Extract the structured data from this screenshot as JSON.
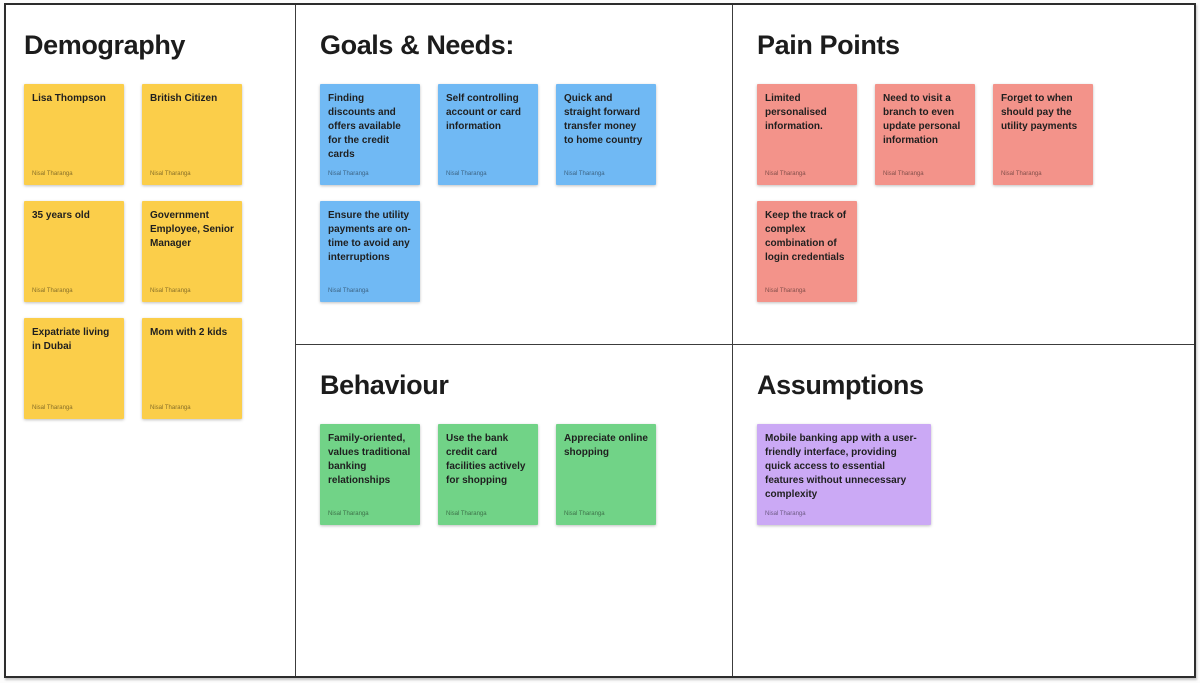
{
  "author_label": "Nisal Tharanga",
  "colors": {
    "yellow": "#fbce4a",
    "blue": "#70b9f4",
    "salmon": "#f3938a",
    "green": "#71d387",
    "purple": "#cba9f5",
    "frame_border": "#2d2d2d"
  },
  "sections": {
    "demography": {
      "title": "Demography",
      "notes": [
        "Lisa Thompson",
        "British Citizen",
        "35 years old",
        "Government Employee, Senior Manager",
        "Expatriate living in Dubai",
        "Mom with 2 kids"
      ]
    },
    "goals": {
      "title": "Goals & Needs:",
      "notes": [
        "Finding discounts and offers available for the credit cards",
        "Self controlling account or card information",
        "Quick and straight forward transfer money to home country",
        "Ensure the utility payments are on-time to avoid any interruptions"
      ]
    },
    "pain": {
      "title": "Pain Points",
      "notes": [
        "Limited personalised information.",
        "Need to visit a branch to even update personal information",
        "Forget to when should pay the utility payments",
        "Keep the track of complex combination of login credentials"
      ]
    },
    "behaviour": {
      "title": "Behaviour",
      "notes": [
        "Family-oriented, values traditional banking relationships",
        "Use the bank credit card facilities actively for shopping",
        "Appreciate online shopping"
      ]
    },
    "assumptions": {
      "title": "Assumptions",
      "notes": [
        "Mobile banking app with a user-friendly interface, providing quick access to essential features without unnecessary complexity"
      ]
    }
  }
}
